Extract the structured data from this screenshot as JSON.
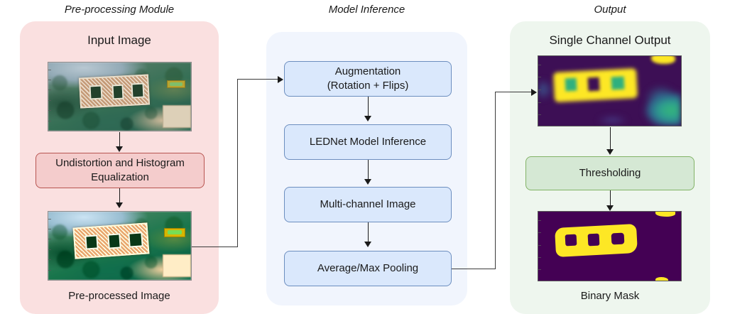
{
  "diagram": {
    "title_row": [
      {
        "id": "preprocessing",
        "label": "Pre-processing Module"
      },
      {
        "id": "model-inference",
        "label": "Model Inference"
      },
      {
        "id": "output",
        "label": "Output"
      }
    ]
  },
  "preprocessing": {
    "group_label": "Pre-processing Module",
    "heading": "Input Image",
    "input_image_alt": "Aerial photo of a stone building with hatched tile roof surrounded by vegetation",
    "step_box": "Undistortion and Histogram\nEqualization",
    "output_image_alt": "Undistorted and histogram-equalized aerial photo of the same building",
    "caption": "Pre-processed Image",
    "panel_color": "#fae0e0",
    "box_fill": "#f4cccc",
    "box_border": "#b85450"
  },
  "model_inference": {
    "group_label": "Model Inference",
    "steps": [
      {
        "id": "augmentation",
        "label": "Augmentation\n(Rotation + Flips)"
      },
      {
        "id": "ledNet",
        "label": "LEDNet Model Inference"
      },
      {
        "id": "multi-channel",
        "label": "Multi-channel Image"
      },
      {
        "id": "pooling",
        "label": "Average/Max Pooling"
      }
    ],
    "panel_color": "#f1f5fd",
    "box_fill": "#dae8fc",
    "box_border": "#6c8ebf"
  },
  "output": {
    "group_label": "Output",
    "heading": "Single Channel Output",
    "heatmap_alt": "Viridis colormap single-channel probability map highlighting the building in yellow",
    "step_box": "Thresholding",
    "mask_alt": "Binary segmentation mask, yellow building footprint on purple background",
    "caption": "Binary Mask",
    "panel_color": "#eef6ee",
    "box_fill": "#d5e8d4",
    "box_border": "#82b366",
    "colormap": {
      "low": "#440154",
      "mid_blue": "#31688e",
      "mid_green": "#35b779",
      "high": "#fde725"
    }
  },
  "connectors": [
    {
      "id": "preprocessed-to-augmentation",
      "from": "Pre-processed Image",
      "to": "Augmentation (Rotation + Flips)"
    },
    {
      "id": "pooling-to-single-channel",
      "from": "Average/Max Pooling",
      "to": "Single Channel Output"
    }
  ]
}
